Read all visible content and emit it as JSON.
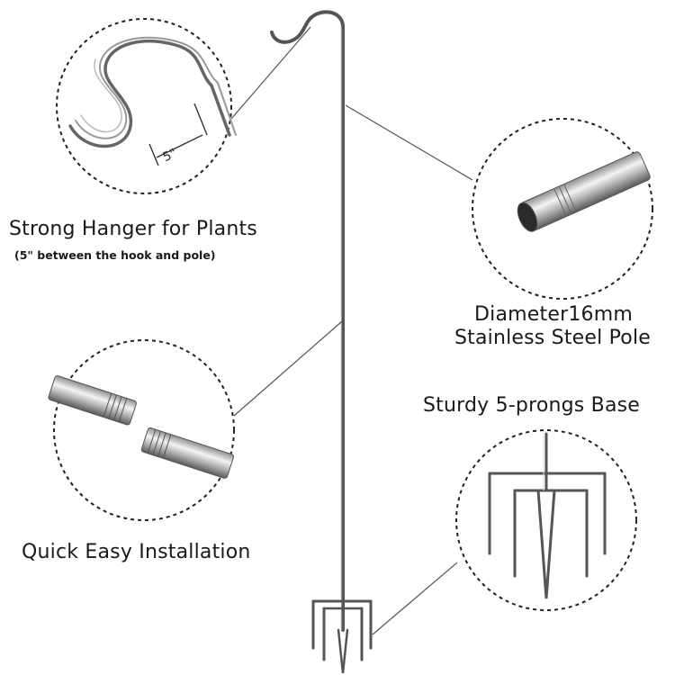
{
  "callouts": {
    "hanger": {
      "title": "Strong Hanger for Plants",
      "subtitle": "(5\" between the hook and pole)",
      "measure": "5\""
    },
    "pole": {
      "line1": "Diameter16mm",
      "line2": "Stainless Steel Pole"
    },
    "installation": {
      "title": "Quick Easy Installation"
    },
    "base": {
      "title": "Sturdy 5-prongs Base"
    }
  },
  "colors": {
    "metal_dark": "#4a4a4a",
    "metal_light": "#d9d9d9",
    "circle_border": "#222222",
    "text": "#1a1a1a"
  }
}
